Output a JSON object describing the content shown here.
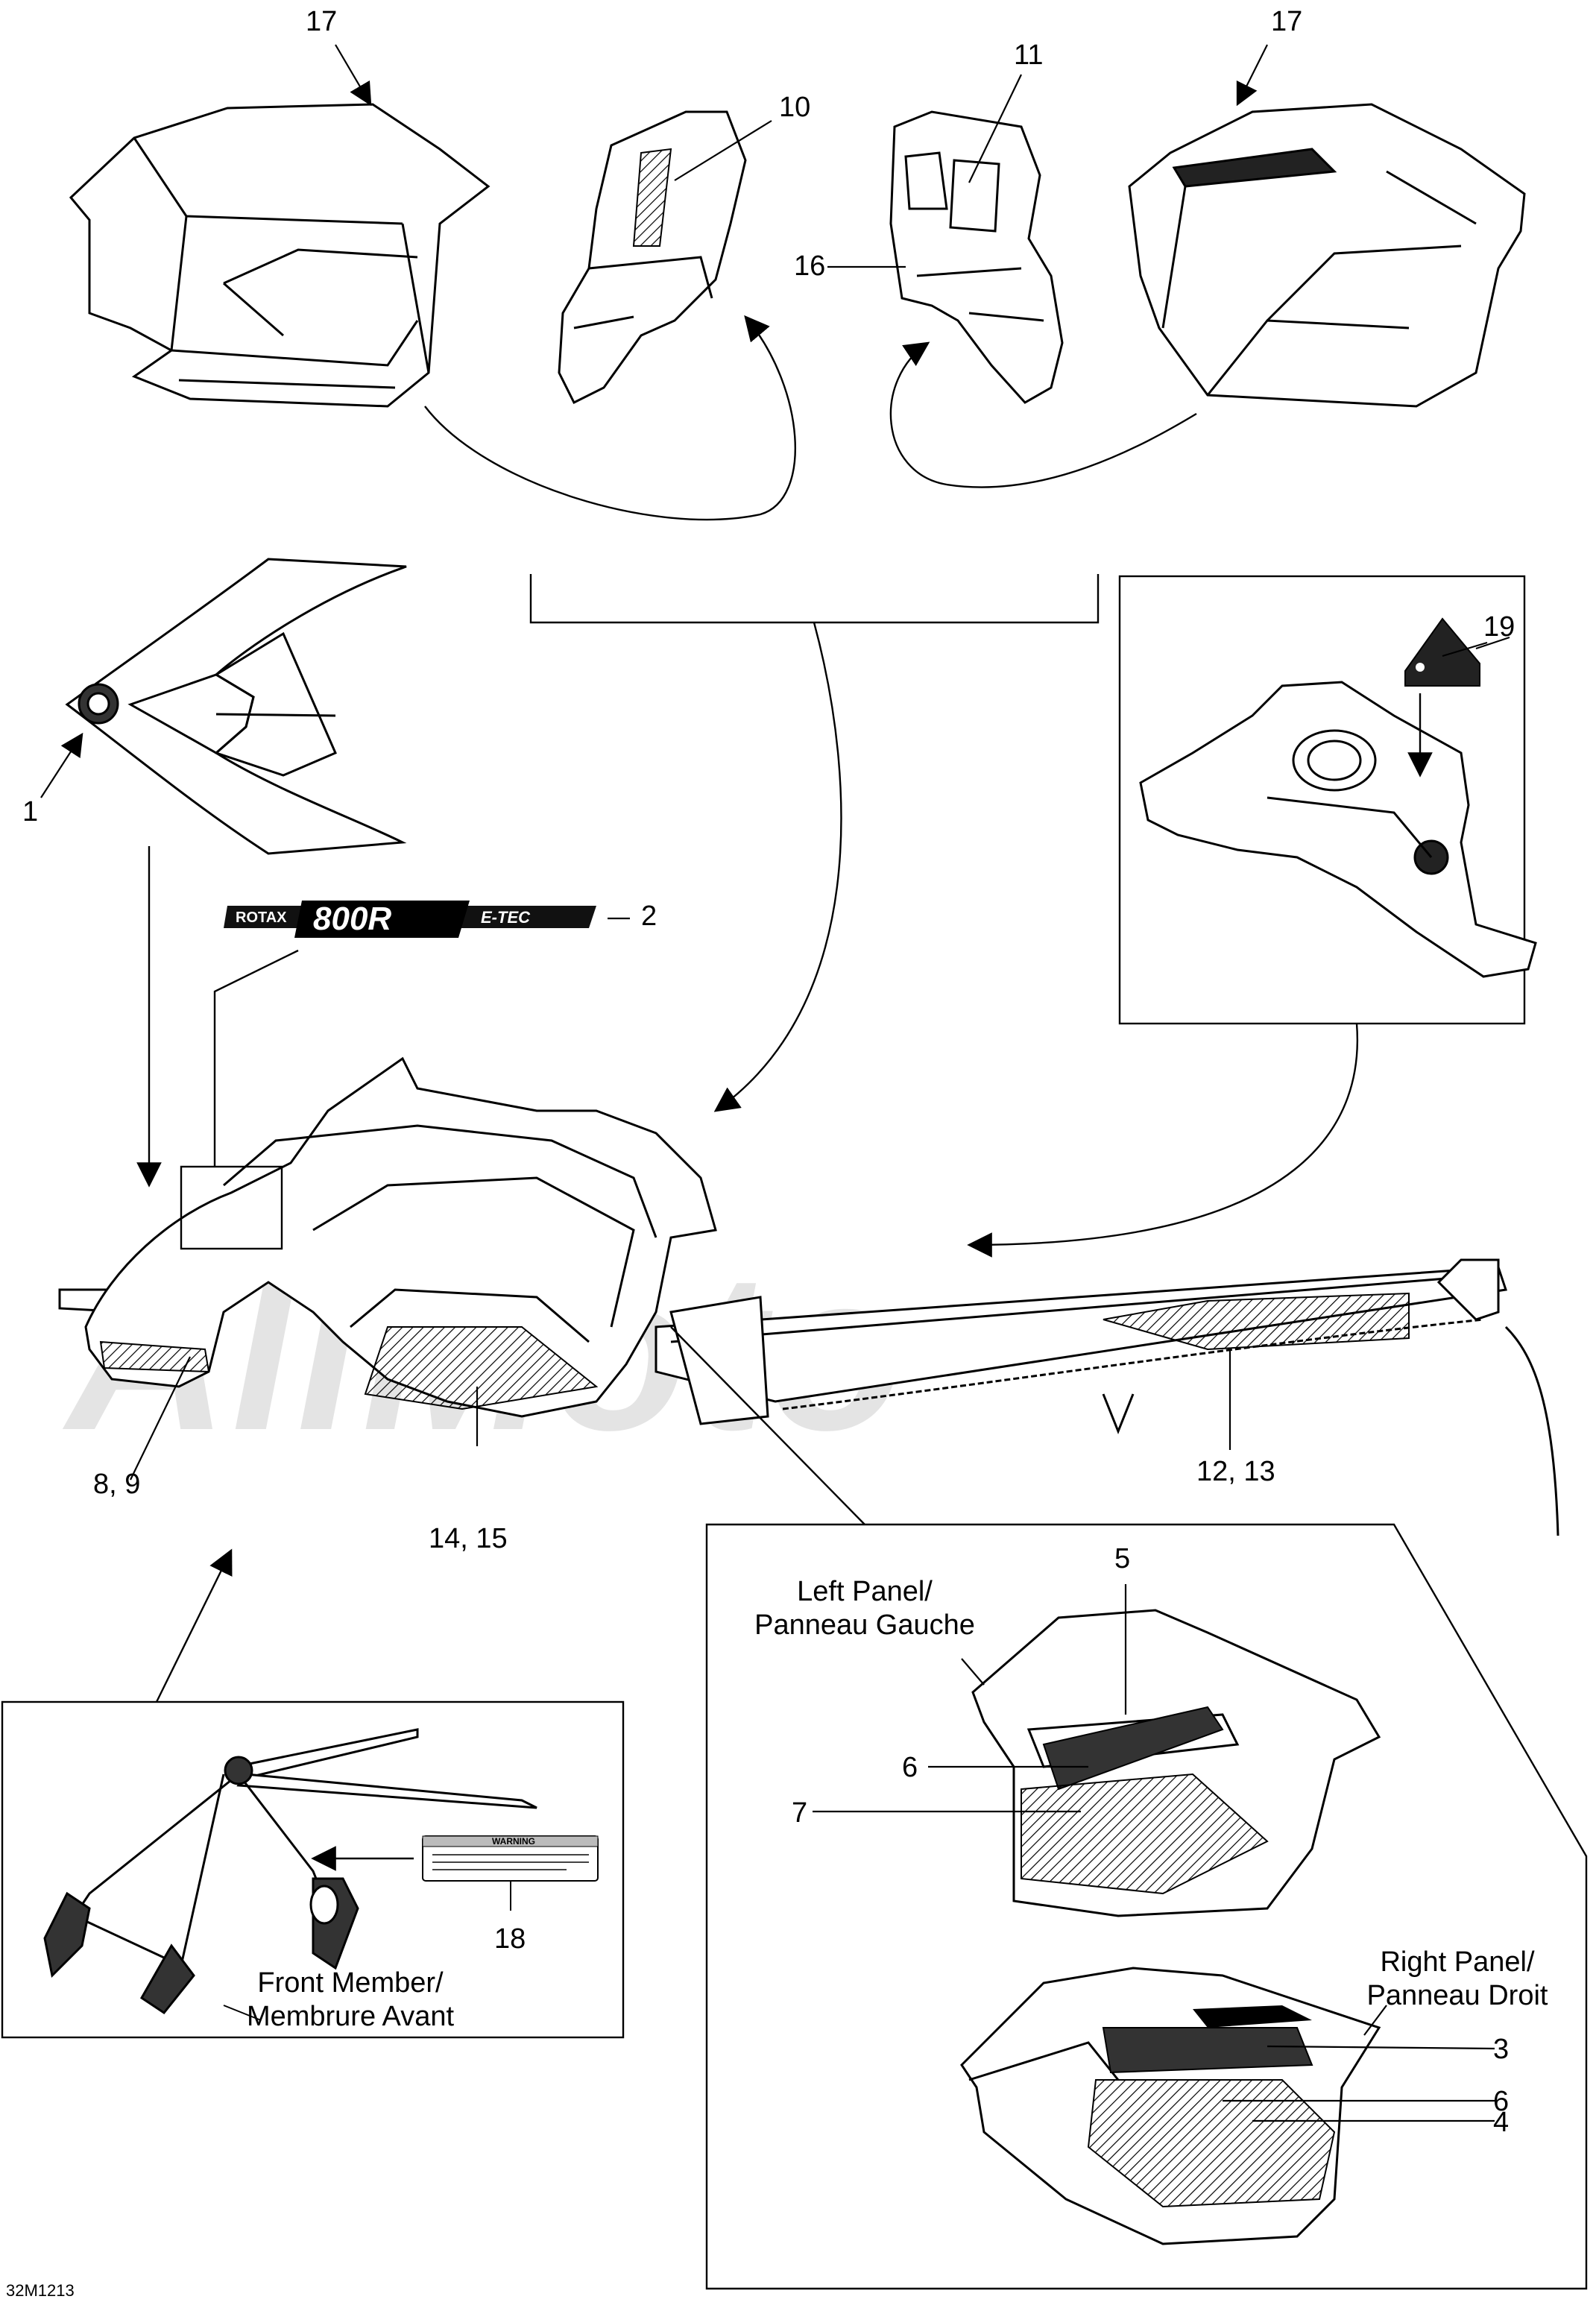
{
  "diagram": {
    "watermark": "AllMoto",
    "image_code": "32M1213",
    "callouts": {
      "c1": "1",
      "c2": "2",
      "c3": "3",
      "c4": "4",
      "c5": "5",
      "c6a": "6",
      "c6b": "6",
      "c7": "7",
      "c8_9": "8, 9",
      "c10": "10",
      "c11": "11",
      "c12_13": "12, 13",
      "c14_15": "14, 15",
      "c16": "16",
      "c17a": "17",
      "c17b": "17",
      "c18": "18",
      "c19": "19"
    },
    "captions": {
      "left_panel_1": "Left Panel/",
      "left_panel_2": "Panneau Gauche",
      "right_panel_1": "Right Panel/",
      "right_panel_2": "Panneau Droit",
      "front_member_1": "Front Member/",
      "front_member_2": "Membrure Avant"
    },
    "decal_logo": {
      "brand": "ROTAX",
      "model": "800R",
      "suffix": "E-TEC"
    },
    "warning_label": {
      "title": "WARNING"
    }
  }
}
